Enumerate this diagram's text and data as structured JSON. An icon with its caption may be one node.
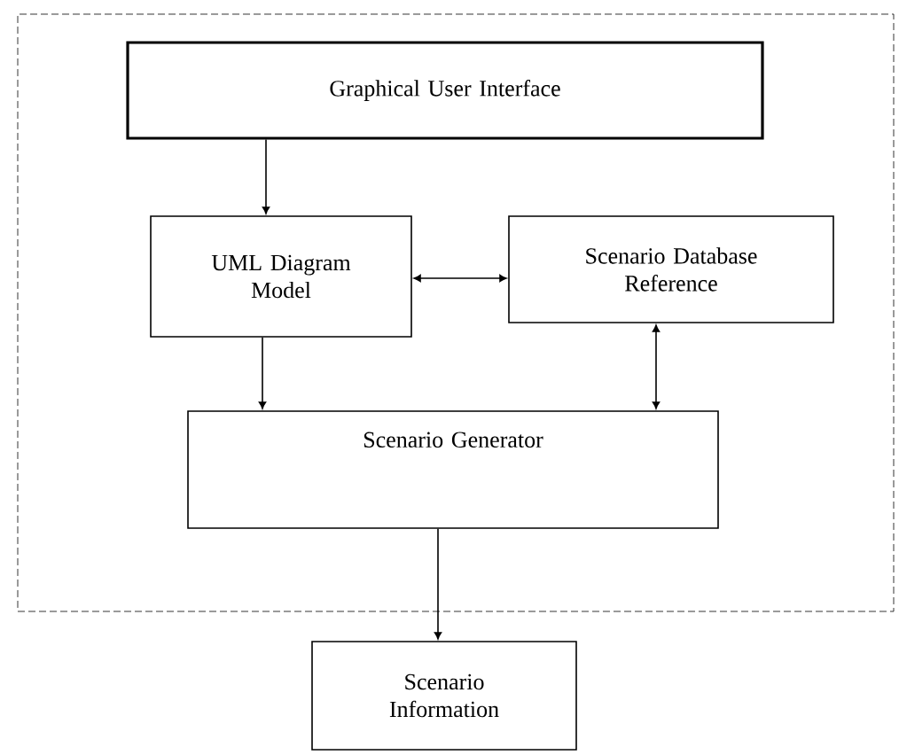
{
  "diagram": {
    "nodes": [
      {
        "text": [],
        "shape": "box"
      },
      {
        "text": [
          "Graphical User Interface"
        ],
        "in": 0
      },
      {
        "text": [
          "UML Diagram Model"
        ],
        "in": 0
      },
      {
        "text": [
          "Scenario Database Reference"
        ],
        "in": 0
      },
      {
        "text": [
          "Scenario Generator"
        ],
        "in": 0
      },
      {
        "text": [
          "Scenario Information"
        ]
      }
    ],
    "edges": [
      {
        "from": 1,
        "to": 2,
        "arrow": "to"
      },
      {
        "from": 2,
        "to": 3,
        "arrow": "both"
      },
      {
        "from": 2,
        "to": 4,
        "arrow": "to"
      },
      {
        "from": 4,
        "to": 3,
        "arrow": "both"
      },
      {
        "from": 4,
        "to": 5,
        "arrow": "to"
      }
    ]
  }
}
